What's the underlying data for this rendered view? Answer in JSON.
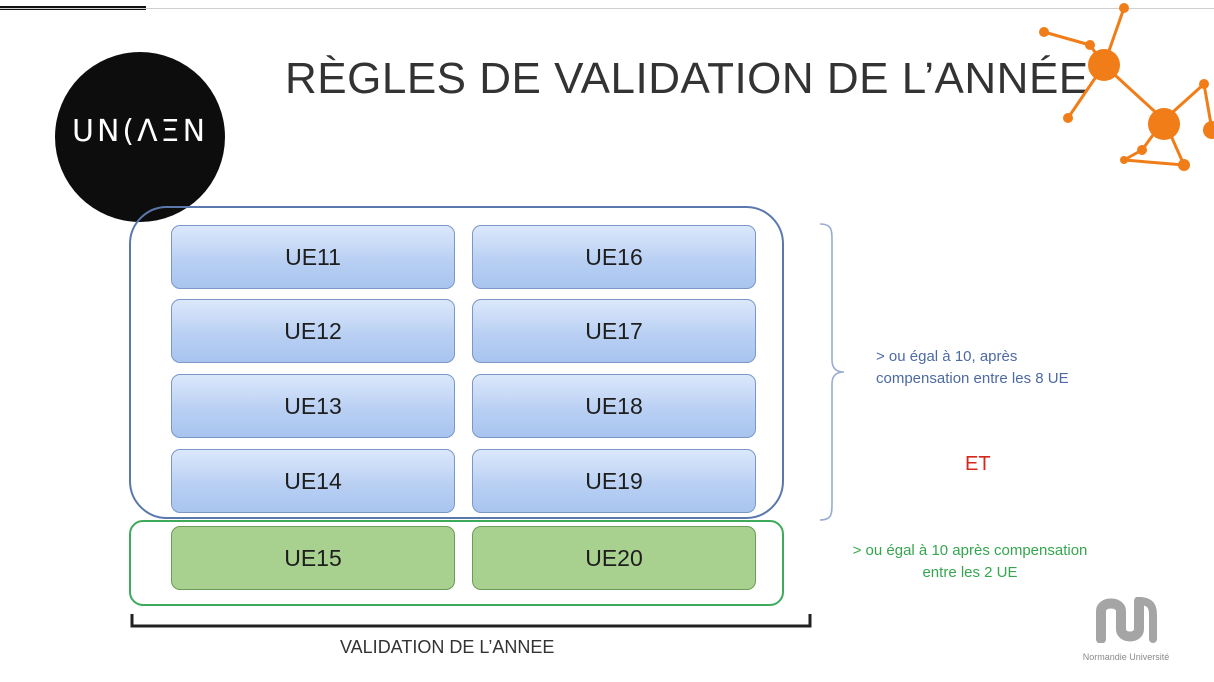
{
  "title": "RÈGLES DE VALIDATION DE L’ANNÉE",
  "logo": {
    "text": "UNICAEN",
    "display": "UN(ΛΞN",
    "icon": "unicaen-logo"
  },
  "ue_blue_group": [
    {
      "left": "UE11",
      "right": "UE16"
    },
    {
      "left": "UE12",
      "right": "UE17"
    },
    {
      "left": "UE13",
      "right": "UE18"
    },
    {
      "left": "UE14",
      "right": "UE19"
    }
  ],
  "ue_green_group": {
    "left": "UE15",
    "right": "UE20"
  },
  "notes": {
    "blue_condition": "> ou égal à 10, après compensation entre les 8 UE",
    "conjunction": "ET",
    "green_condition": "> ou égal à 10 après compensation entre les 2 UE"
  },
  "footer_label": "VALIDATION DE L’ANNEE",
  "partner_logo": {
    "text": "Normandie Université",
    "icon": "normandie-universite-logo"
  },
  "colors": {
    "blue_text": "#4d6aa4",
    "green_text": "#35a64f",
    "et_red": "#d9261c",
    "network_orange": "#f07d18"
  }
}
